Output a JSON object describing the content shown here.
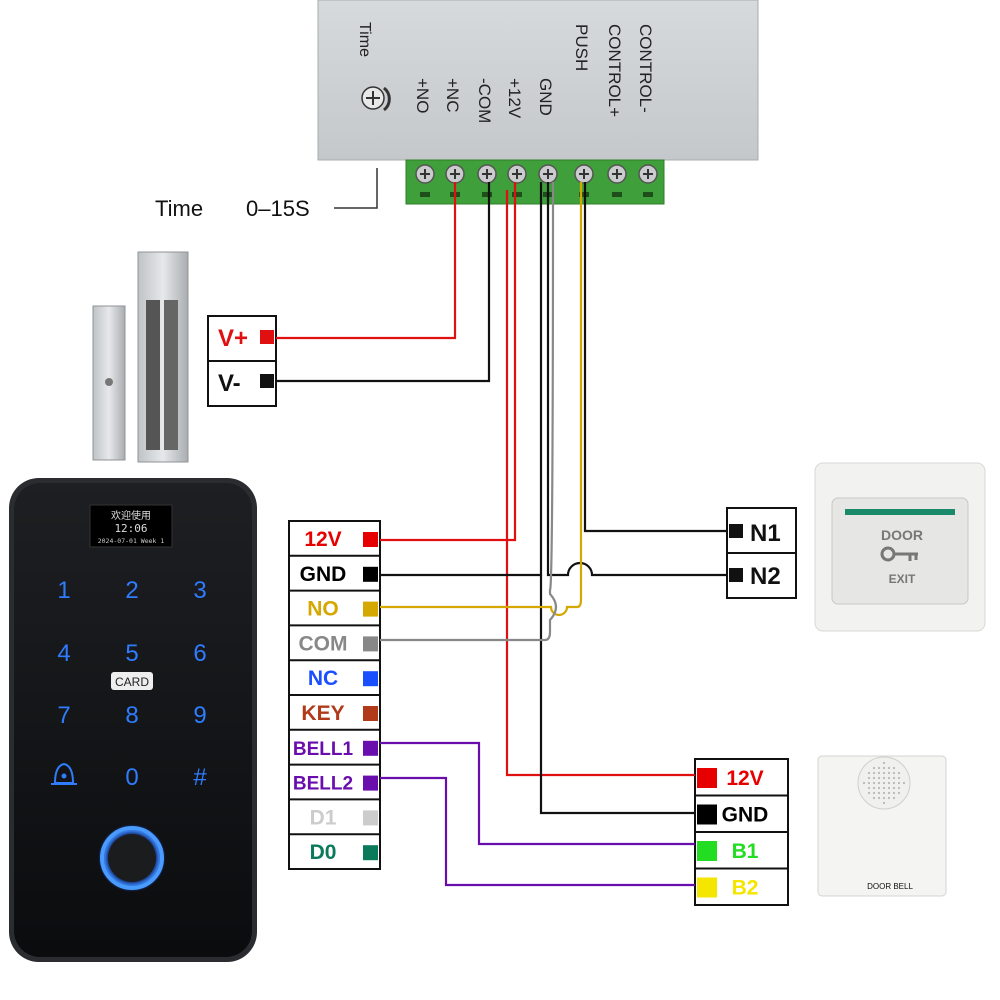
{
  "power_supply": {
    "terminals": [
      "+NO",
      "+NC",
      "-COM",
      "+12V",
      "GND",
      "PUSH",
      "CONTROL+",
      "CONTROL-"
    ],
    "time_knob_label": "Time",
    "time_callout": "Time",
    "time_range": "0–15S"
  },
  "lock_block": {
    "vplus": "V+",
    "vminus": "V-"
  },
  "keypad": {
    "screen_line1": "欢迎使用",
    "screen_line2": "12:06",
    "screen_line3": "2024-07-01 Week 1",
    "keys": [
      "1",
      "2",
      "3",
      "4",
      "5",
      "6",
      "7",
      "8",
      "9",
      "0",
      "#"
    ],
    "card_label": "CARD"
  },
  "keypad_terminals": [
    {
      "label": "12V",
      "color": "#e60000"
    },
    {
      "label": "GND",
      "color": "#000000"
    },
    {
      "label": "NO",
      "color": "#d4a800"
    },
    {
      "label": "COM",
      "color": "#888888"
    },
    {
      "label": "NC",
      "color": "#1a4fff"
    },
    {
      "label": "KEY",
      "color": "#b03a1a"
    },
    {
      "label": "BELL1",
      "color": "#6a0dad"
    },
    {
      "label": "BELL2",
      "color": "#6a0dad"
    },
    {
      "label": "D1",
      "color": "#cccccc"
    },
    {
      "label": "D0",
      "color": "#0a7a5a"
    }
  ],
  "exit_block": {
    "n1": "N1",
    "n2": "N2"
  },
  "exit_button": {
    "line1": "DOOR",
    "line2": "EXIT"
  },
  "bell_block": [
    {
      "label": "12V",
      "color": "#e60000"
    },
    {
      "label": "GND",
      "color": "#000000"
    },
    {
      "label": "B1",
      "color": "#22dd22"
    },
    {
      "label": "B2",
      "color": "#f5e600"
    }
  ],
  "door_bell": {
    "label": "DOOR BELL"
  },
  "colors": {
    "red_wire": "#e01010",
    "black_wire": "#111111",
    "yellow_wire": "#d4a800",
    "gray_wire": "#888888",
    "purple_wire": "#6a0dad"
  }
}
